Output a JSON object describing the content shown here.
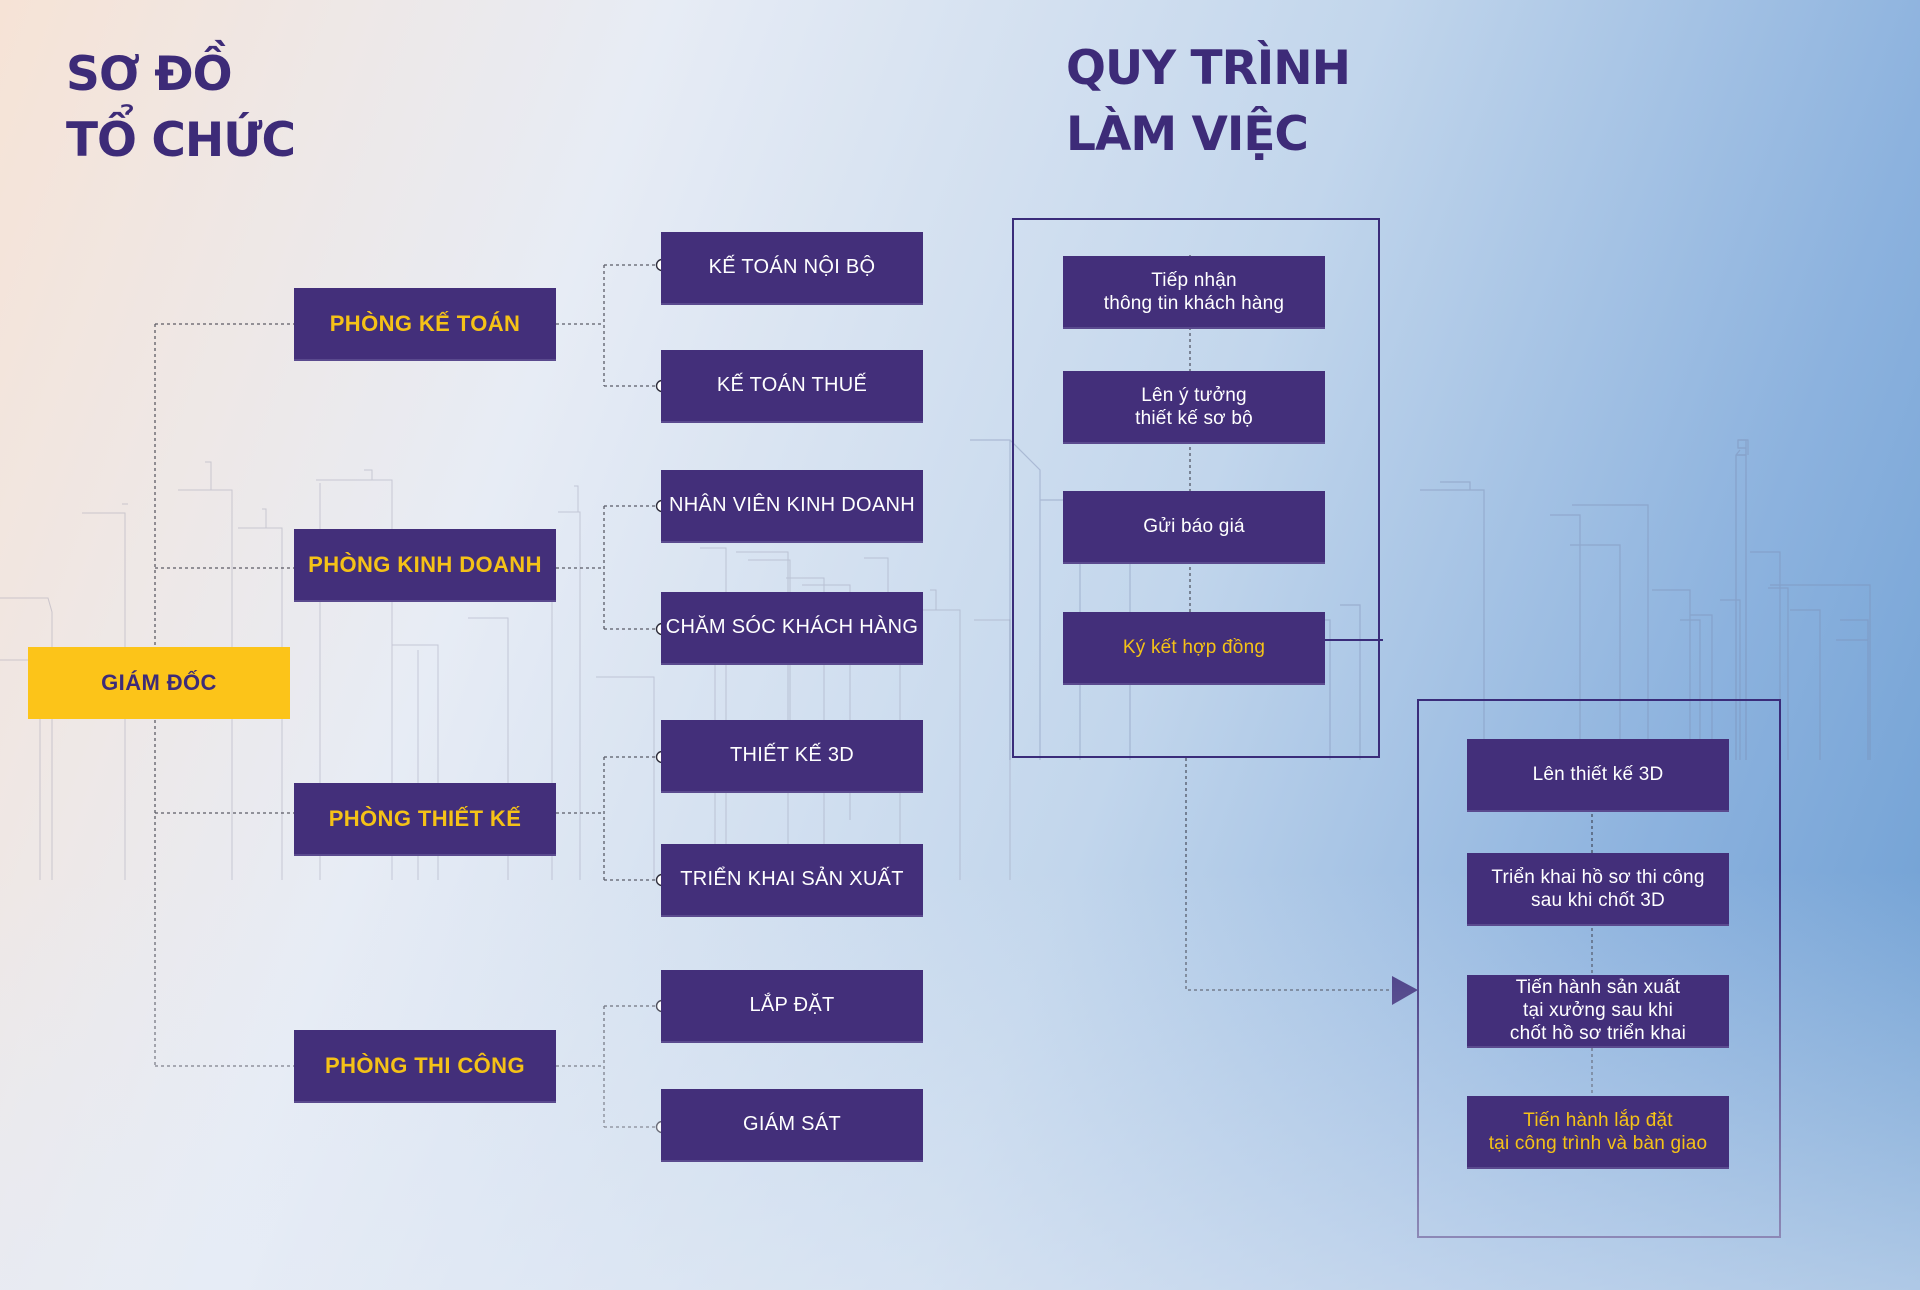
{
  "titles": {
    "org_chart": [
      "SƠ ĐỒ",
      "TỔ CHỨC"
    ],
    "workflow": [
      "QUY TRÌNH",
      "LÀM VIỆC"
    ]
  },
  "org_chart": {
    "director": "GIÁM ĐỐC",
    "departments": [
      {
        "name": "PHÒNG KẾ TOÁN",
        "subunits": [
          "KẾ TOÁN NỘI BỘ",
          "KẾ TOÁN THUẾ"
        ]
      },
      {
        "name": "PHÒNG KINH DOANH",
        "subunits": [
          "NHÂN VIÊN KINH DOANH",
          "CHĂM SÓC KHÁCH HÀNG"
        ]
      },
      {
        "name": "PHÒNG THIẾT KẾ",
        "subunits": [
          "THIẾT KẾ 3D",
          "TRIỂN KHAI SẢN XUẤT"
        ]
      },
      {
        "name": "PHÒNG THI CÔNG",
        "subunits": [
          "LẮP ĐẶT",
          "GIÁM SÁT"
        ]
      }
    ]
  },
  "workflow": {
    "phase_1": [
      {
        "lines": [
          "Tiếp nhận",
          "thông tin khách hàng"
        ]
      },
      {
        "lines": [
          "Lên ý tưởng",
          "thiết kế sơ bộ"
        ]
      },
      {
        "lines": [
          "Gửi báo giá"
        ]
      },
      {
        "lines": [
          "Ký kết hợp đồng"
        ],
        "highlight": true
      }
    ],
    "phase_2": [
      {
        "lines": [
          "Lên thiết kế 3D"
        ]
      },
      {
        "lines": [
          "Triển khai hồ sơ thi công",
          "sau khi chốt 3D"
        ]
      },
      {
        "lines": [
          "Tiến hành sản xuất",
          "tại xưởng sau khi",
          "chốt hồ sơ triển khai"
        ]
      },
      {
        "lines": [
          "Tiến hành lắp đặt",
          "tại công trình và bàn giao"
        ],
        "highlight": true
      }
    ]
  },
  "colors": {
    "primary": "#432f7a",
    "accent": "#f5c217",
    "director_fill": "#fcc419",
    "heading": "#3d2b78"
  }
}
